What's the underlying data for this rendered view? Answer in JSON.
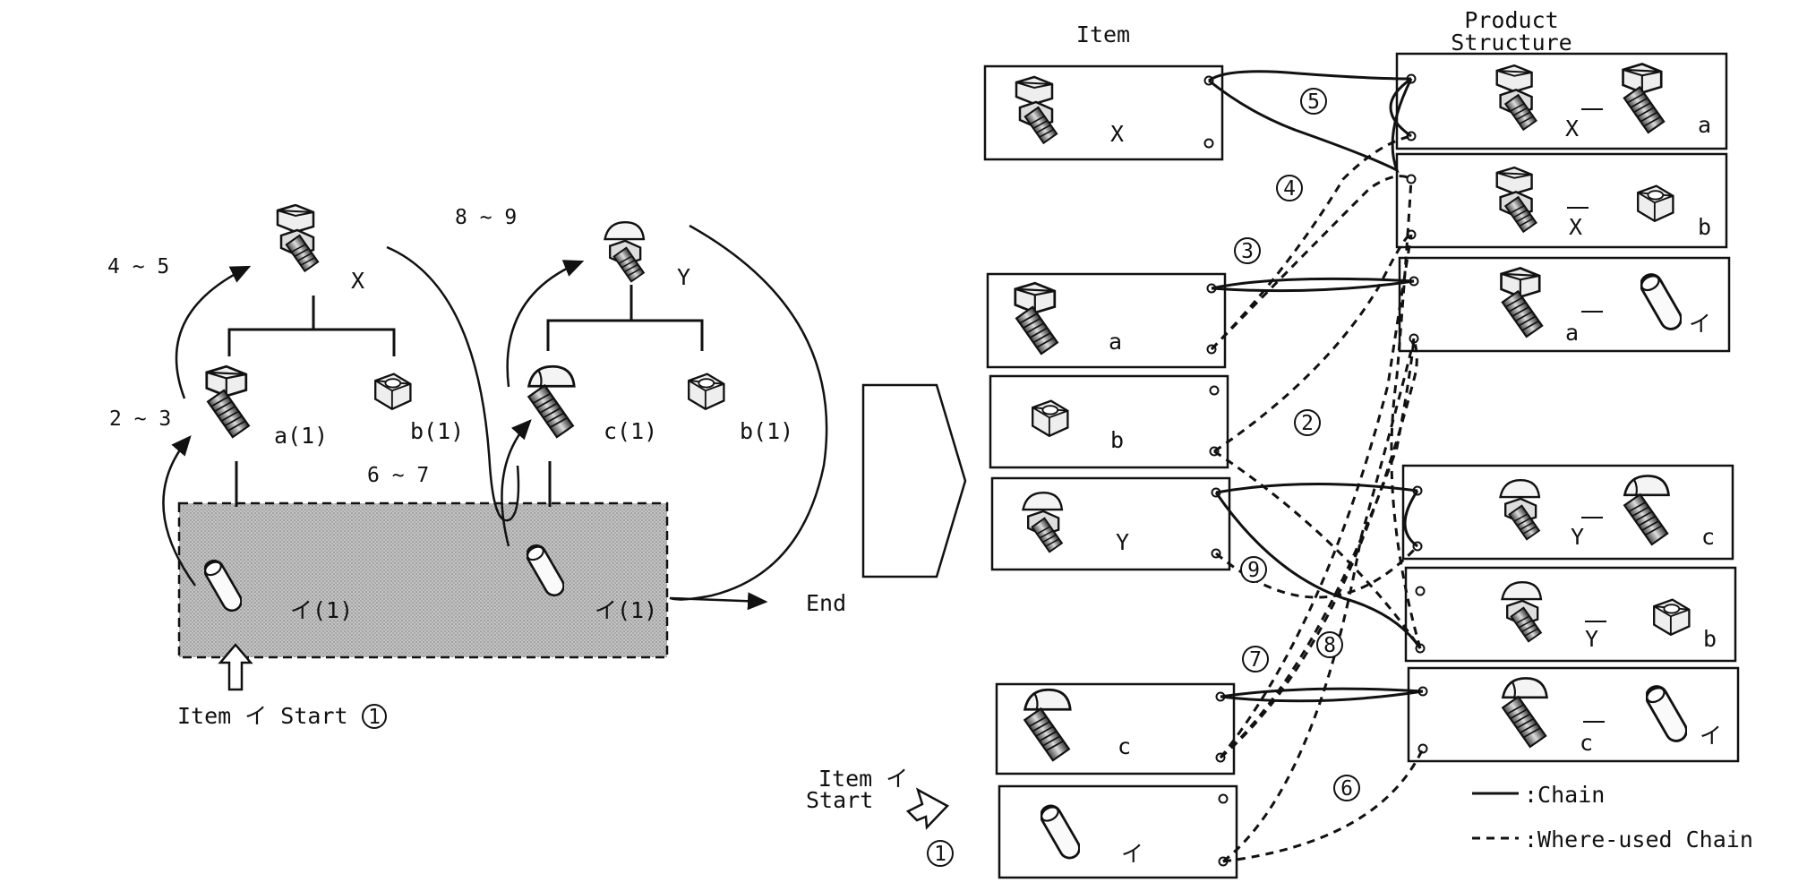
{
  "left": {
    "start_label": "Item イ Start",
    "start_num": "1",
    "end_label": "End",
    "x_label": "X",
    "y_label": "Y",
    "a_label": "a(1)",
    "b1_label": "b(1)",
    "c_label": "c(1)",
    "b2_label": "b(1)",
    "i1_label": "イ(1)",
    "i2_label": "イ(1)",
    "step_23": "2 ~ 3",
    "step_45": "4 ~ 5",
    "step_67": "6 ~ 7",
    "step_89": "8 ~ 9"
  },
  "right": {
    "item_header": "Item",
    "ps_header_1": "Product",
    "ps_header_2": "Structure",
    "items": [
      "X",
      "a",
      "b",
      "Y",
      "c",
      "イ"
    ],
    "structures": [
      {
        "parent": "X",
        "child": "a"
      },
      {
        "parent": "X",
        "child": "b"
      },
      {
        "parent": "a",
        "child": "イ"
      },
      {
        "parent": "Y",
        "child": "c"
      },
      {
        "parent": "Y",
        "child": "b"
      },
      {
        "parent": "c",
        "child": "イ"
      }
    ],
    "start_label_1": "Item イ",
    "start_label_2": "Start",
    "start_num": "1",
    "nums": [
      "2",
      "3",
      "4",
      "5",
      "6",
      "7",
      "8",
      "9"
    ]
  },
  "legend": {
    "chain": ":Chain",
    "where_used": ":Where-used Chain"
  },
  "colors": {
    "ink": "#111111",
    "shade": "#b8b8b8",
    "paper": "#ffffff"
  }
}
